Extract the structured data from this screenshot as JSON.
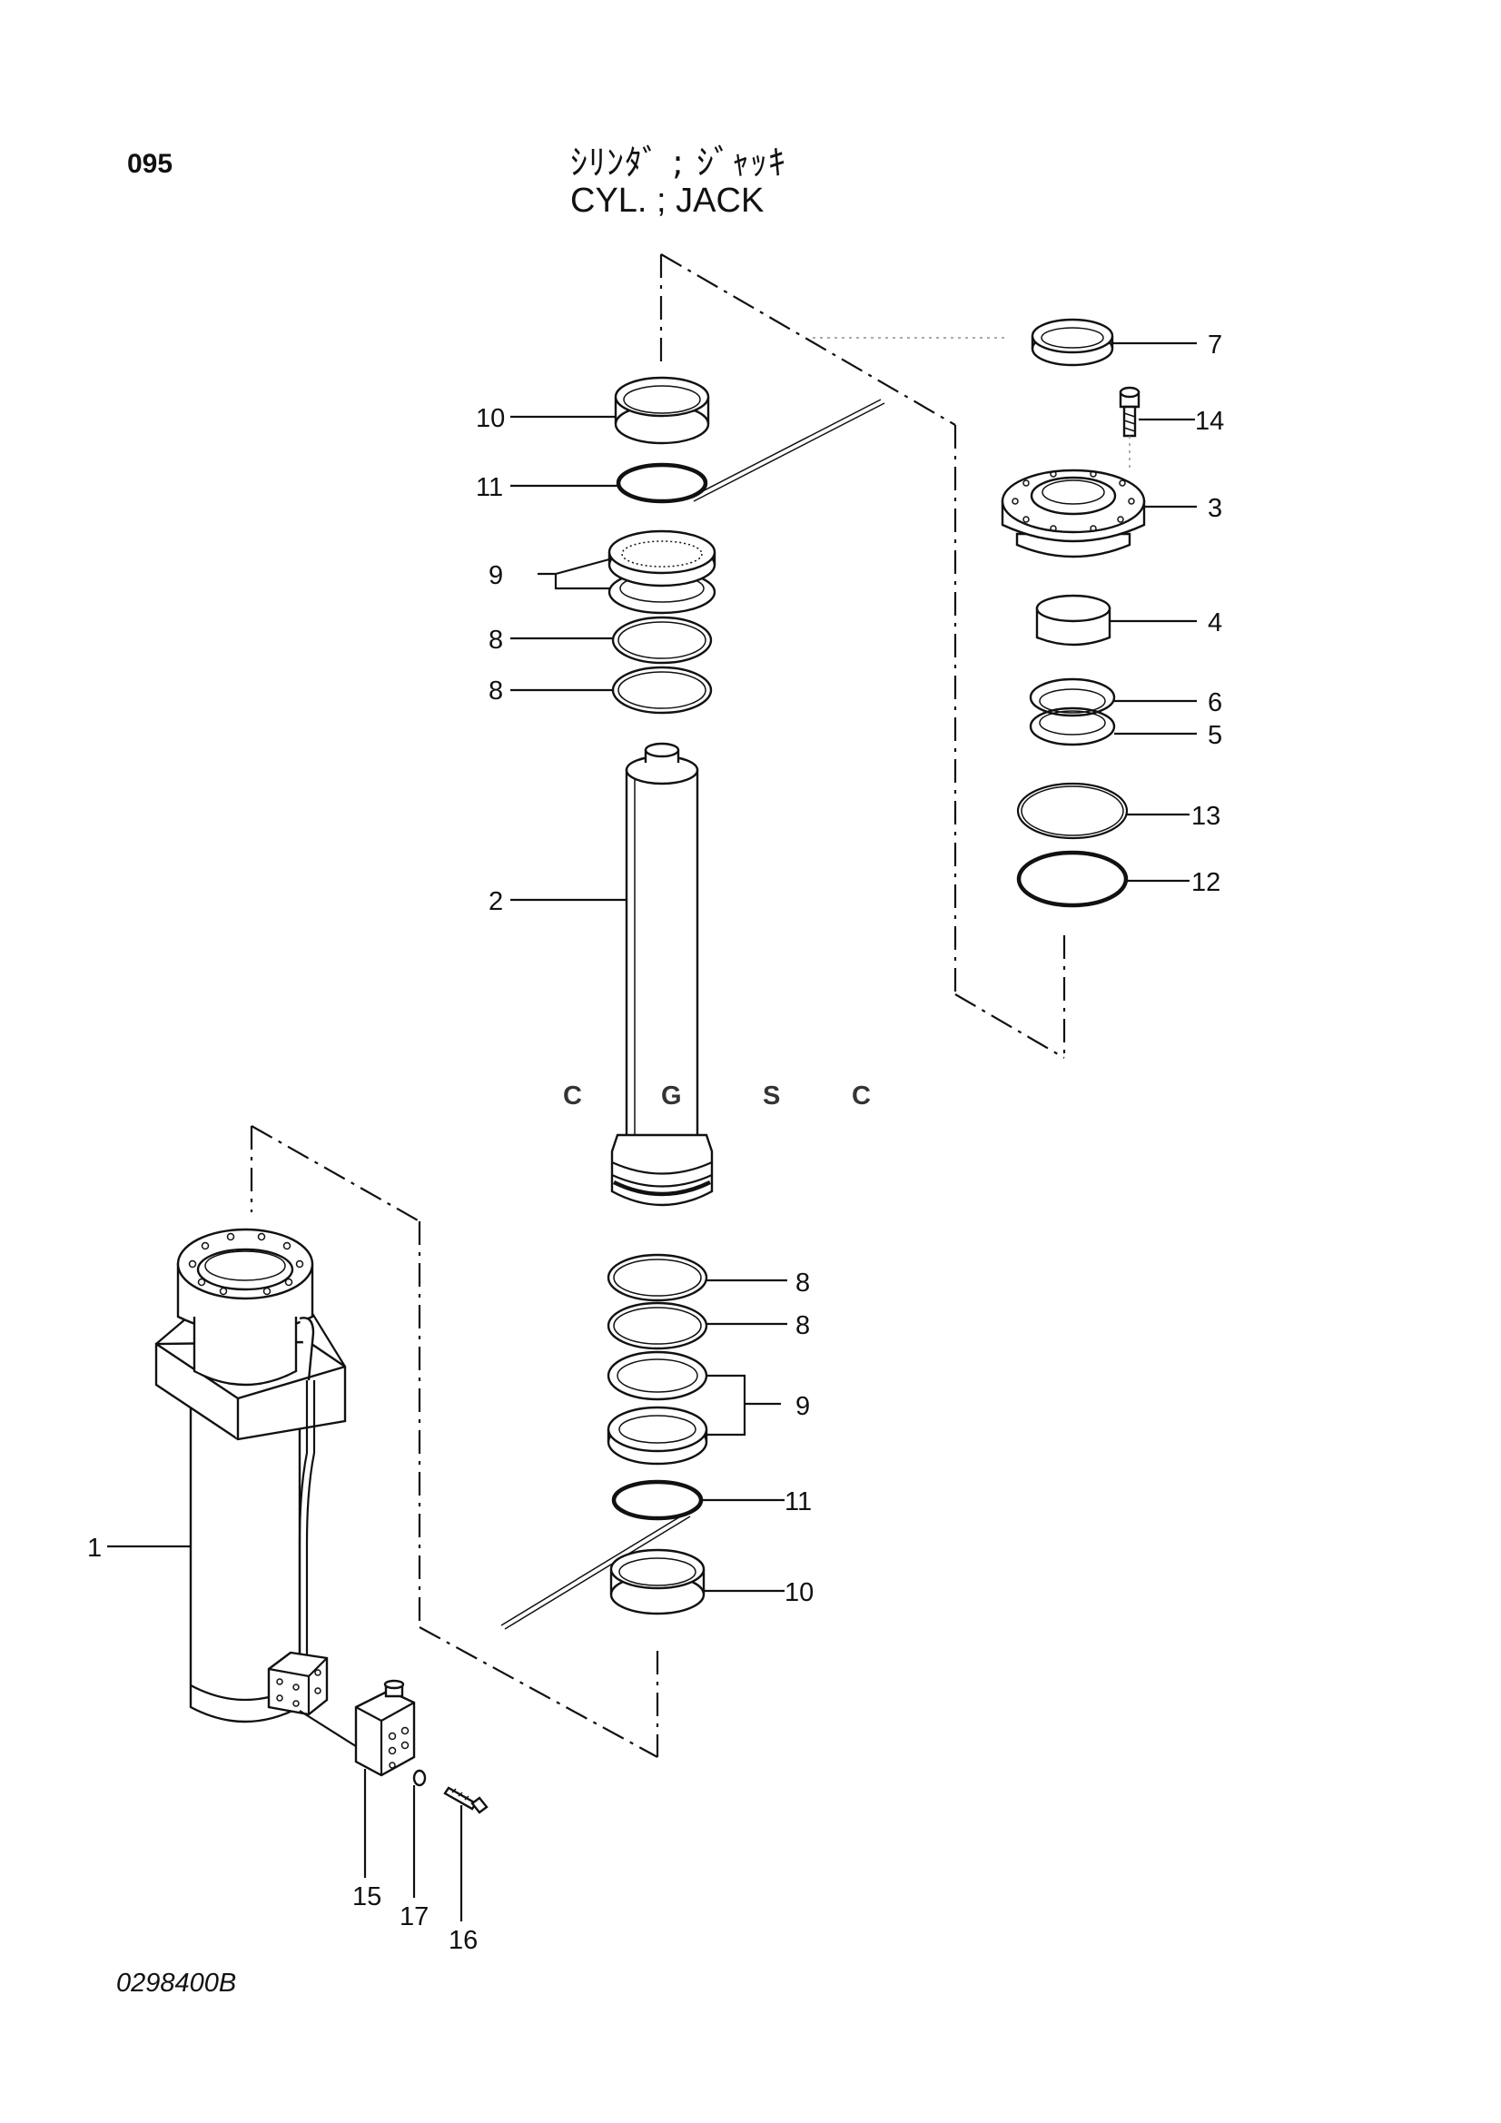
{
  "header": {
    "page_number": "095",
    "title_jp": "ｼﾘﾝﾀﾞ ; ｼﾞｬｯｷ",
    "title_en": "CYL. ; JACK"
  },
  "footer": {
    "drawing_code": "0298400B"
  },
  "watermark": {
    "letters": [
      "C",
      "G",
      "S",
      "C"
    ],
    "colors": [
      "#7aa6f2",
      "#f07c74",
      "#f6d04d",
      "#7cc79a"
    ]
  },
  "callouts": {
    "c1": "1",
    "c2": "2",
    "c3": "3",
    "c4": "4",
    "c5": "5",
    "c6": "6",
    "c7": "7",
    "c8a": "8",
    "c8b": "8",
    "c8c": "8",
    "c8d": "8",
    "c9a": "9",
    "c9b": "9",
    "c10a": "10",
    "c10b": "10",
    "c11a": "11",
    "c11b": "11",
    "c12": "12",
    "c13": "13",
    "c14": "14",
    "c15": "15",
    "c16": "16",
    "c17": "17"
  }
}
